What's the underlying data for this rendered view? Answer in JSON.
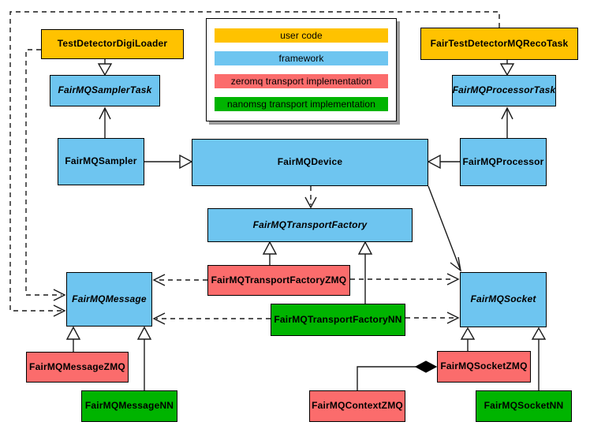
{
  "legend": {
    "items": [
      {
        "label": "user code",
        "color": "#FFC200",
        "category": "user-code"
      },
      {
        "label": "framework",
        "color": "#6EC5F0",
        "category": "framework"
      },
      {
        "label": "zeromq transport implementation",
        "color": "#FB6C6C",
        "category": "zeromq"
      },
      {
        "label": "nanomsg transport implementation",
        "color": "#00B400",
        "category": "nanomsg"
      }
    ]
  },
  "nodes": {
    "test_detector_digi_loader": {
      "label": "TestDetectorDigiLoader",
      "category": "user-code",
      "abstract": false
    },
    "fair_test_detector_mq_reco_task": {
      "label": "FairTestDetectorMQRecoTask",
      "category": "user-code",
      "abstract": false
    },
    "fair_mq_sampler_task": {
      "label": "FairMQSamplerTask",
      "category": "framework",
      "abstract": true
    },
    "fair_mq_processor_task": {
      "label": "FairMQProcessorTask",
      "category": "framework",
      "abstract": true
    },
    "fair_mq_sampler": {
      "label": "FairMQSampler",
      "category": "framework",
      "abstract": false
    },
    "fair_mq_device": {
      "label": "FairMQDevice",
      "category": "framework",
      "abstract": false
    },
    "fair_mq_processor": {
      "label": "FairMQProcessor",
      "category": "framework",
      "abstract": false
    },
    "fair_mq_transport_factory": {
      "label": "FairMQTransportFactory",
      "category": "framework",
      "abstract": true
    },
    "fair_mq_transport_factory_zmq": {
      "label": "FairMQTransportFactoryZMQ",
      "category": "zeromq",
      "abstract": false
    },
    "fair_mq_transport_factory_nn": {
      "label": "FairMQTransportFactoryNN",
      "category": "nanomsg",
      "abstract": false
    },
    "fair_mq_message": {
      "label": "FairMQMessage",
      "category": "framework",
      "abstract": true
    },
    "fair_mq_socket": {
      "label": "FairMQSocket",
      "category": "framework",
      "abstract": true
    },
    "fair_mq_message_zmq": {
      "label": "FairMQMessageZMQ",
      "category": "zeromq",
      "abstract": false
    },
    "fair_mq_message_nn": {
      "label": "FairMQMessageNN",
      "category": "nanomsg",
      "abstract": false
    },
    "fair_mq_socket_zmq": {
      "label": "FairMQSocketZMQ",
      "category": "zeromq",
      "abstract": false
    },
    "fair_mq_socket_nn": {
      "label": "FairMQSocketNN",
      "category": "nanomsg",
      "abstract": false
    },
    "fair_mq_context_zmq": {
      "label": "FairMQContextZMQ",
      "category": "zeromq",
      "abstract": false
    }
  },
  "edges": [
    {
      "from": "TestDetectorDigiLoader",
      "to": "FairMQSamplerTask",
      "type": "inheritance"
    },
    {
      "from": "FairTestDetectorMQRecoTask",
      "to": "FairMQProcessorTask",
      "type": "inheritance"
    },
    {
      "from": "FairMQSampler",
      "to": "FairMQSamplerTask",
      "type": "association-open-arrow"
    },
    {
      "from": "FairMQProcessor",
      "to": "FairMQProcessorTask",
      "type": "association-open-arrow"
    },
    {
      "from": "FairMQSampler",
      "to": "FairMQDevice",
      "type": "inheritance"
    },
    {
      "from": "FairMQProcessor",
      "to": "FairMQDevice",
      "type": "inheritance"
    },
    {
      "from": "FairMQDevice",
      "to": "FairMQTransportFactory",
      "type": "dashed-dependency"
    },
    {
      "from": "FairMQDevice",
      "to": "FairMQSocket",
      "type": "association-open-arrow"
    },
    {
      "from": "FairMQTransportFactoryZMQ",
      "to": "FairMQTransportFactory",
      "type": "inheritance"
    },
    {
      "from": "FairMQTransportFactoryNN",
      "to": "FairMQTransportFactory",
      "type": "inheritance"
    },
    {
      "from": "FairMQTransportFactoryZMQ",
      "to": "FairMQMessage",
      "type": "dashed-dependency"
    },
    {
      "from": "FairMQTransportFactoryZMQ",
      "to": "FairMQSocket",
      "type": "dashed-dependency"
    },
    {
      "from": "FairMQTransportFactoryNN",
      "to": "FairMQMessage",
      "type": "dashed-dependency"
    },
    {
      "from": "FairMQTransportFactoryNN",
      "to": "FairMQSocket",
      "type": "dashed-dependency"
    },
    {
      "from": "TestDetectorDigiLoader",
      "to": "FairMQMessage",
      "type": "dashed-dependency"
    },
    {
      "from": "FairTestDetectorMQRecoTask",
      "to": "FairMQMessage",
      "type": "dashed-dependency"
    },
    {
      "from": "FairMQMessageZMQ",
      "to": "FairMQMessage",
      "type": "inheritance"
    },
    {
      "from": "FairMQMessageNN",
      "to": "FairMQMessage",
      "type": "inheritance"
    },
    {
      "from": "FairMQSocketZMQ",
      "to": "FairMQSocket",
      "type": "inheritance"
    },
    {
      "from": "FairMQSocketNN",
      "to": "FairMQSocket",
      "type": "inheritance"
    },
    {
      "from": "FairMQContextZMQ",
      "to": "FairMQSocketZMQ",
      "type": "composition"
    }
  ]
}
